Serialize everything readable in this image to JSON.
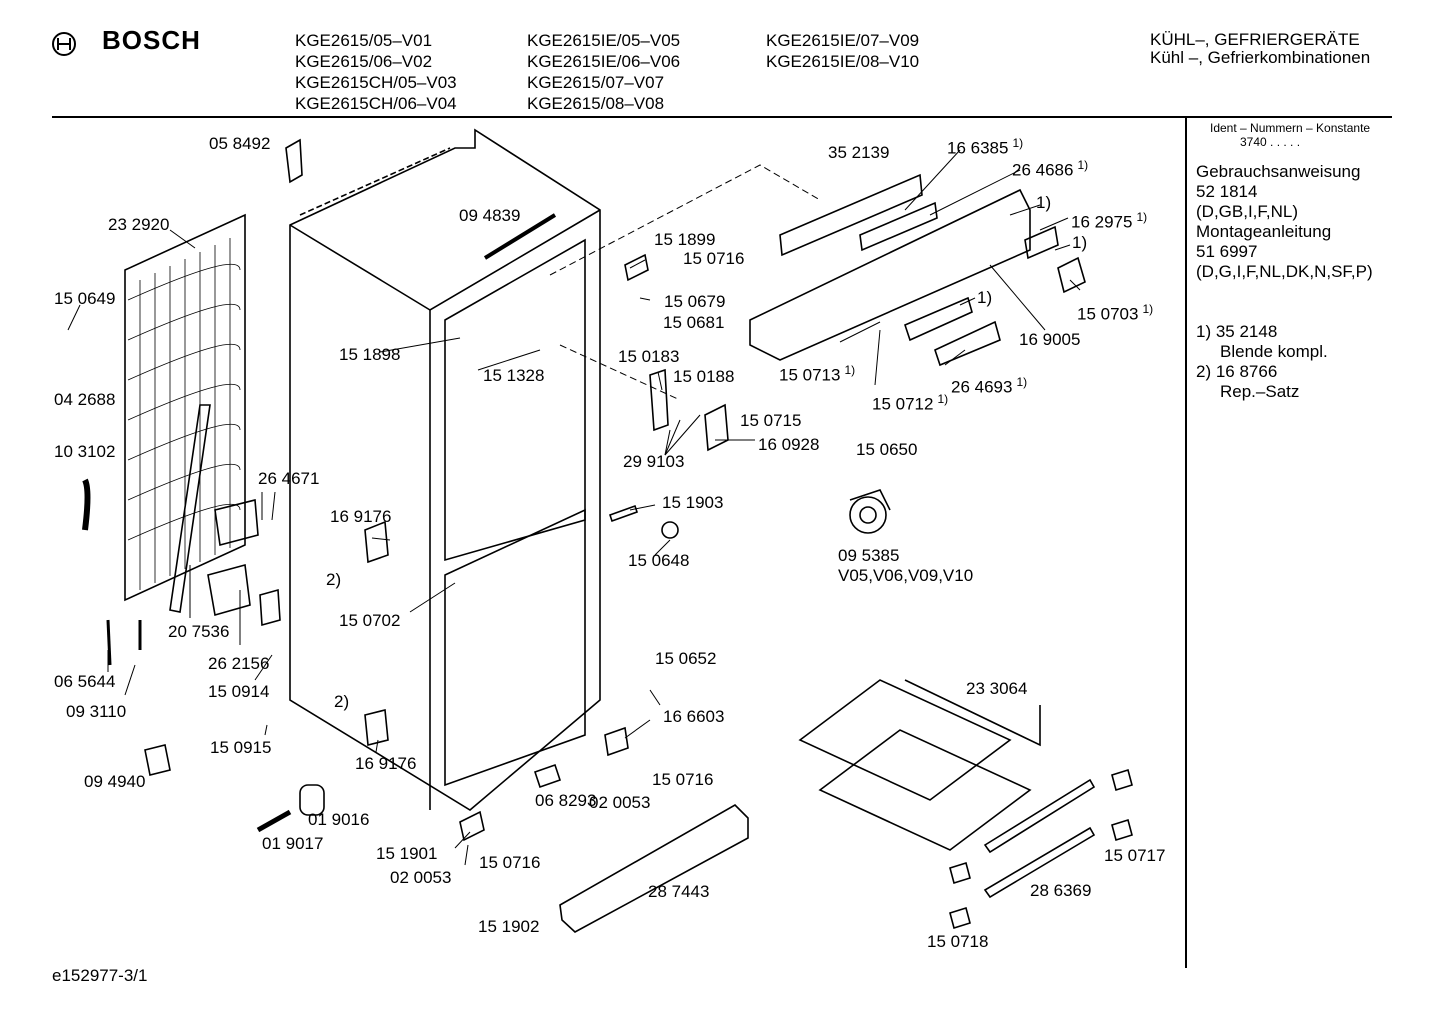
{
  "header": {
    "brand": "BOSCH",
    "models": [
      "KGE2615/05–V01",
      "KGE2615/06–V02",
      "KGE2615CH/05–V03",
      "KGE2615CH/06–V04",
      "KGE2615IE/05–V05",
      "KGE2615IE/06–V06",
      "KGE2615/07–V07",
      "KGE2615/08–V08",
      "KGE2615IE/07–V09",
      "KGE2615IE/08–V10"
    ],
    "category_line1": "KÜHL–, GEFRIERGERÄTE",
    "category_line2": "Kühl –, Gefrierkombinationen"
  },
  "sidebar": {
    "ident_label": "Ident – Nummern – Konstante",
    "ident_value": "3740 . . . . .",
    "docs": [
      "Gebrauchsanweisung",
      "52 1814",
      "(D,GB,I,F,NL)",
      "Montageanleitung",
      "51 6997",
      "(D,G,I,F,NL,DK,N,SF,P)"
    ],
    "notes": [
      "1) 35 2148",
      "Blende kompl.",
      "2) 16 8766",
      "Rep.–Satz"
    ]
  },
  "parts": [
    {
      "id": "p01",
      "label": "05 8492"
    },
    {
      "id": "p02",
      "label": "23 2920"
    },
    {
      "id": "p03",
      "label": "15 0649"
    },
    {
      "id": "p04",
      "label": "04 2688"
    },
    {
      "id": "p05",
      "label": "10 3102"
    },
    {
      "id": "p06",
      "label": "26 4671"
    },
    {
      "id": "p07",
      "label": "20 7536"
    },
    {
      "id": "p08",
      "label": "26 2156"
    },
    {
      "id": "p09",
      "label": "15 0914"
    },
    {
      "id": "p10",
      "label": "06 5644"
    },
    {
      "id": "p11",
      "label": "09 3110"
    },
    {
      "id": "p12",
      "label": "15 0915"
    },
    {
      "id": "p13",
      "label": "09 4940"
    },
    {
      "id": "p14",
      "label": "01 9016"
    },
    {
      "id": "p15",
      "label": "01 9017"
    },
    {
      "id": "p16",
      "label": "09 4839"
    },
    {
      "id": "p17",
      "label": "15 1898"
    },
    {
      "id": "p18",
      "label": "15 1328"
    },
    {
      "id": "p19",
      "label": "16 9176"
    },
    {
      "id": "p20",
      "label": "2)"
    },
    {
      "id": "p21",
      "label": "15 0702"
    },
    {
      "id": "p22",
      "label": "2)"
    },
    {
      "id": "p23",
      "label": "16 9176"
    },
    {
      "id": "p24",
      "label": "15 1901"
    },
    {
      "id": "p25",
      "label": "02 0053"
    },
    {
      "id": "p26",
      "label": "15 0716"
    },
    {
      "id": "p27",
      "label": "15 1902"
    },
    {
      "id": "p28",
      "label": "06 8293"
    },
    {
      "id": "p29",
      "label": "02 0053"
    },
    {
      "id": "p30",
      "label": "15 0716"
    },
    {
      "id": "p31",
      "label": "16 6603"
    },
    {
      "id": "p32",
      "label": "15 0652"
    },
    {
      "id": "p33",
      "label": "28 7443"
    },
    {
      "id": "p34",
      "label": "15 1899"
    },
    {
      "id": "p35",
      "label": "15 0716"
    },
    {
      "id": "p36",
      "label": "15 0679"
    },
    {
      "id": "p37",
      "label": "15 0681"
    },
    {
      "id": "p38",
      "label": "15 0183"
    },
    {
      "id": "p39",
      "label": "15 0188"
    },
    {
      "id": "p40",
      "label": "15 0715"
    },
    {
      "id": "p41",
      "label": "29 9103"
    },
    {
      "id": "p42",
      "label": "16 0928"
    },
    {
      "id": "p43",
      "label": "15 1903"
    },
    {
      "id": "p44",
      "label": "15 0648"
    },
    {
      "id": "p45",
      "label": "35 2139"
    },
    {
      "id": "p46",
      "label": "16 6385",
      "note": "1)"
    },
    {
      "id": "p47",
      "label": "26 4686",
      "note": "1)"
    },
    {
      "id": "p48",
      "label": "1)"
    },
    {
      "id": "p49",
      "label": "16 2975",
      "note": "1)"
    },
    {
      "id": "p50",
      "label": "1)"
    },
    {
      "id": "p51",
      "label": "15 0703",
      "note": "1)"
    },
    {
      "id": "p52",
      "label": "1)"
    },
    {
      "id": "p53",
      "label": "16 9005"
    },
    {
      "id": "p54",
      "label": "15 0713",
      "note": "1)"
    },
    {
      "id": "p55",
      "label": "15 0712",
      "note": "1)"
    },
    {
      "id": "p56",
      "label": "26 4693",
      "note": "1)"
    },
    {
      "id": "p57",
      "label": "15 0650"
    },
    {
      "id": "p58",
      "label": "09 5385"
    },
    {
      "id": "p59",
      "label": "V05,V06,V09,V10"
    },
    {
      "id": "p60",
      "label": "23 3064"
    },
    {
      "id": "p61",
      "label": "15 0717"
    },
    {
      "id": "p62",
      "label": "28 6369"
    },
    {
      "id": "p63",
      "label": "15 0718"
    }
  ],
  "footer": {
    "drawing_id": "e152977-3/1"
  }
}
